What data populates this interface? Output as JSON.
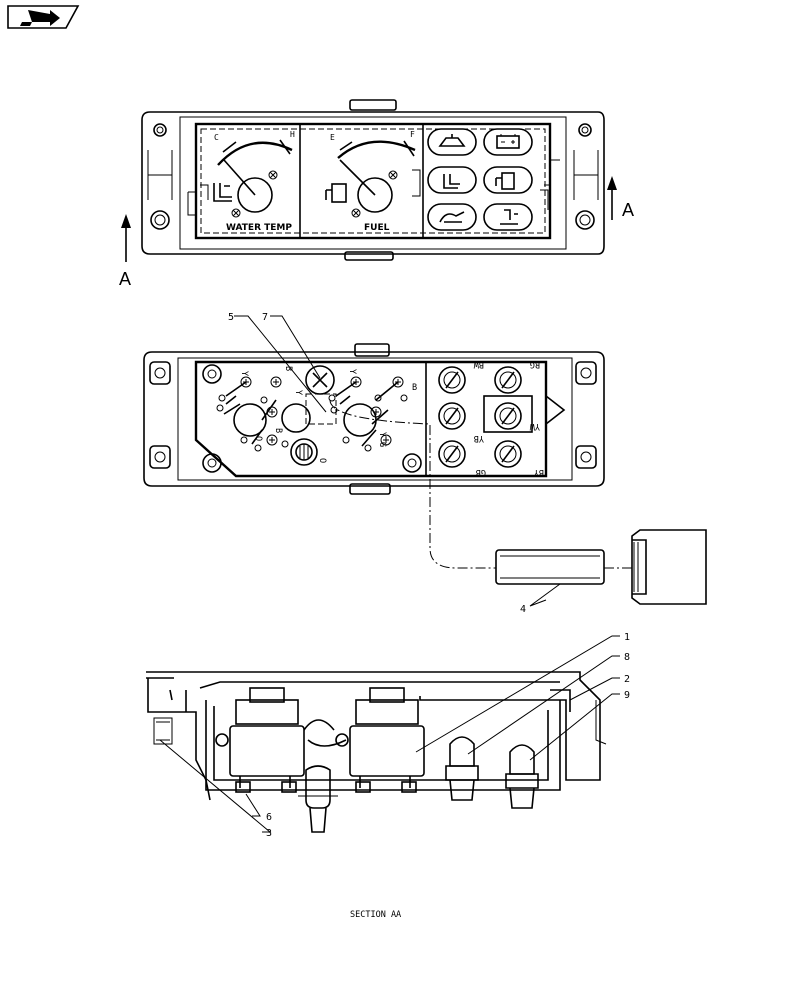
{
  "nav": {
    "icon": "back-page-icon"
  },
  "view_front": {
    "gauges": [
      {
        "label": "WATER TEMP",
        "scale_low": "C",
        "scale_high": "H",
        "icon": "coolant-temp-icon"
      },
      {
        "label": "FUEL",
        "scale_low": "E",
        "scale_high": "F",
        "icon": "fuel-pump-icon"
      }
    ],
    "warning_lamps": [
      "oil-pressure-icon",
      "battery-icon",
      "coolant-temp-icon",
      "fuel-pump-icon",
      "air-filter-icon",
      "transmission-temp-icon"
    ],
    "section_marks": [
      "A",
      "A"
    ]
  },
  "view_rear": {
    "terminal_labels": [
      "Y",
      "B",
      "Y",
      "B",
      "Y",
      "B",
      "Y",
      "G",
      "O",
      "O"
    ],
    "bulb_codes": [
      "BW",
      "RG",
      "YB",
      "YW",
      "GB",
      "BY"
    ]
  },
  "callouts": [
    "1",
    "2",
    "3",
    "4",
    "5",
    "6",
    "7",
    "8",
    "9"
  ],
  "caption": "SECTION AA"
}
